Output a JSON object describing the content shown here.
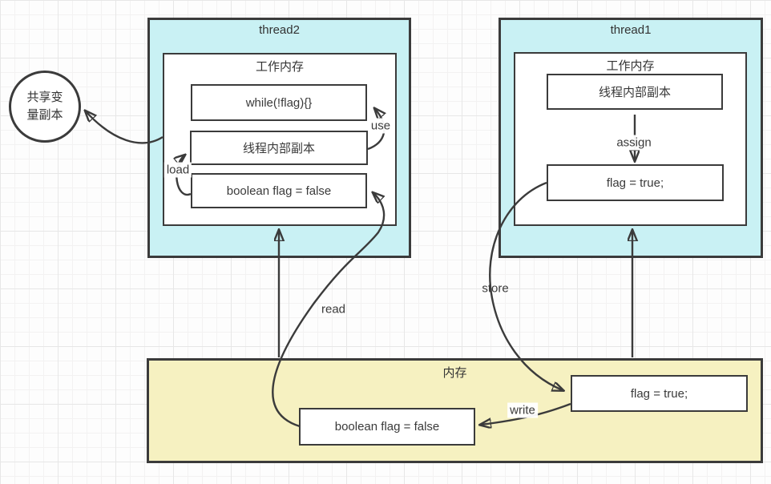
{
  "diagram": {
    "shared_copy_label": "共享变量副本",
    "thread2": {
      "title": "thread2",
      "memory_label": "工作内存",
      "while_box": "while(!flag){}",
      "copy_box": "线程内部副本",
      "flag_box": "boolean flag = false"
    },
    "thread1": {
      "title": "thread1",
      "memory_label": "工作内存",
      "copy_box": "线程内部副本",
      "flag_box": "flag = true;"
    },
    "main_memory": {
      "title": "内存",
      "flag_false_box": "boolean flag = false",
      "flag_true_box": "flag = true;"
    },
    "edge_labels": {
      "use": "use",
      "load": "load",
      "read": "read",
      "store": "store",
      "write": "write",
      "assign": "assign"
    },
    "colors": {
      "thread_fill": "#c9f1f4",
      "memory_fill": "#f6f1c1",
      "stroke": "#3b3b3b",
      "grid_minor": "#f3f2f2",
      "grid_major": "#e7e7e7"
    }
  }
}
